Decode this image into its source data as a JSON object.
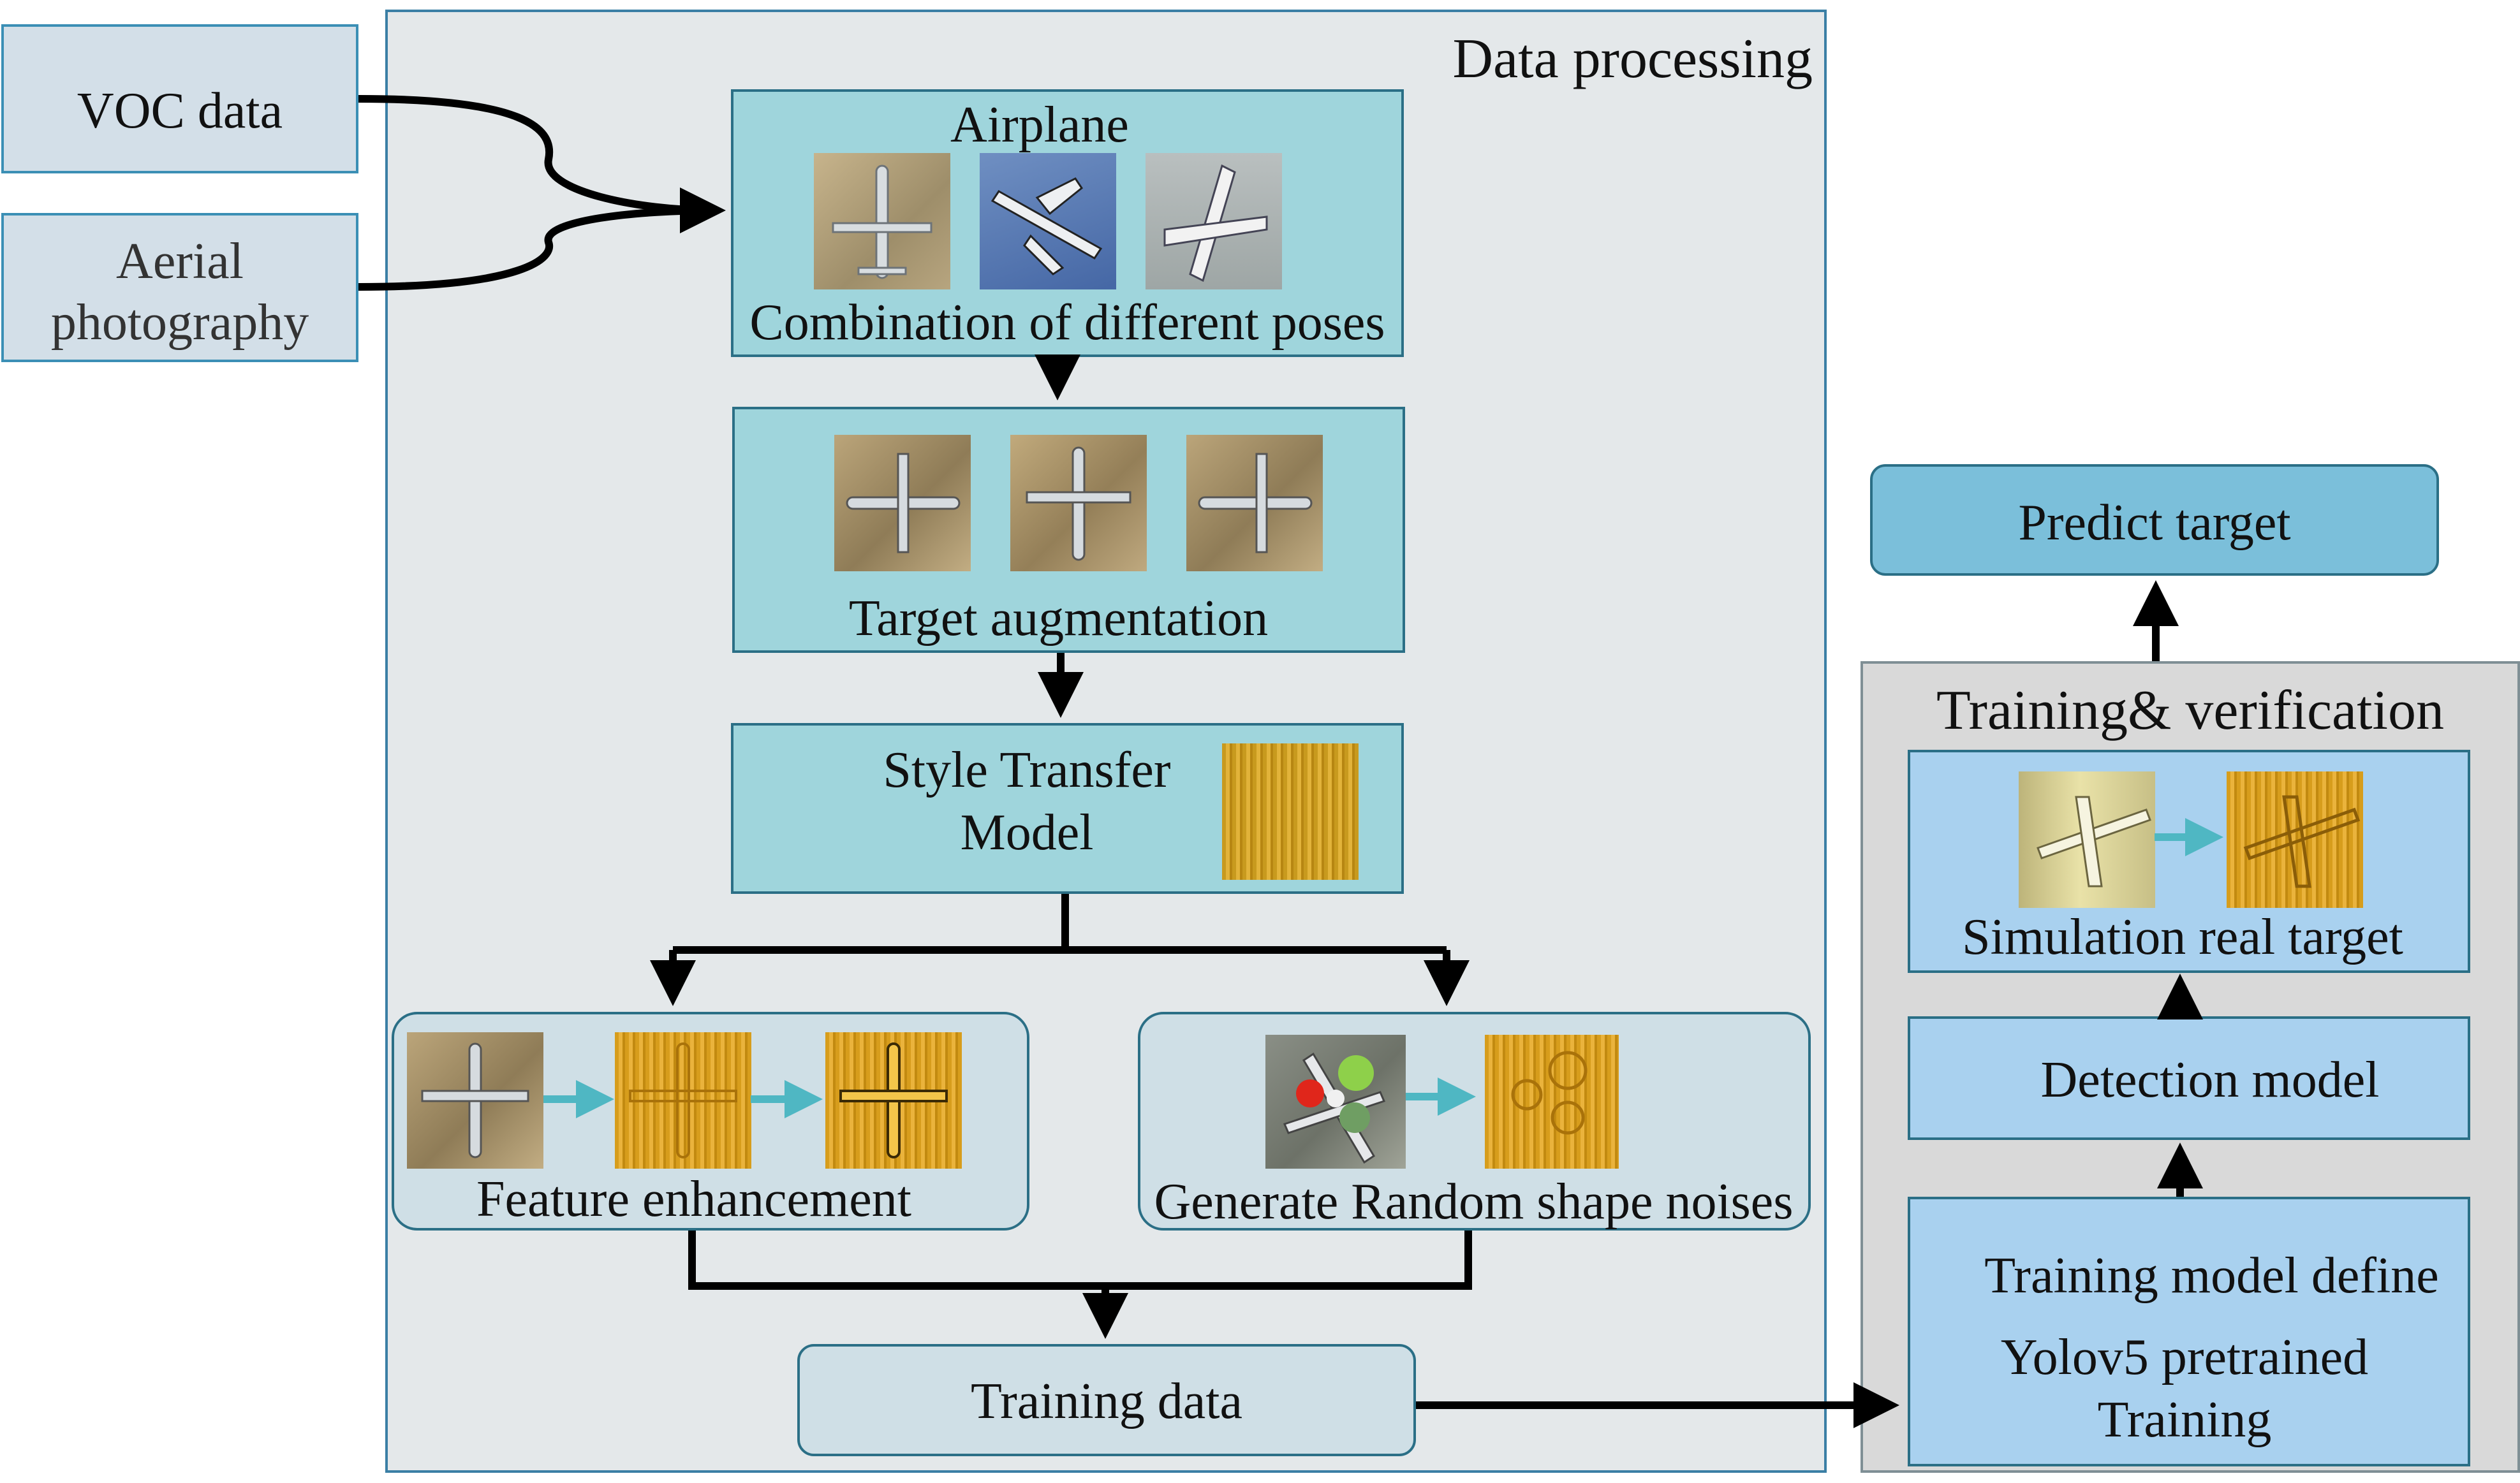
{
  "sources": {
    "voc": "VOC data",
    "aerial_line1": "Aerial",
    "aerial_line2": "photography"
  },
  "data_processing": {
    "title": "Data processing",
    "airplane_title": "Airplane",
    "poses_caption": "Combination of different poses",
    "augmentation_caption": "Target augmentation",
    "style_line1": "Style Transfer",
    "style_line2": "Model",
    "feature_caption": "Feature enhancement",
    "noise_caption": "Generate Random shape noises",
    "training_data": "Training data"
  },
  "training": {
    "title": "Training& verification",
    "simulation_caption": "Simulation real target",
    "detection": "Detection model",
    "define_line1": "Training model define",
    "define_line2": "Yolov5 pretrained",
    "define_line3": "Training",
    "predict": "Predict target"
  },
  "colors": {
    "teal_box": "#9fd5dc",
    "blue_box": "#a9d1ef",
    "predict_box": "#7bbfda",
    "arrow_teal": "#4fb7c3"
  }
}
